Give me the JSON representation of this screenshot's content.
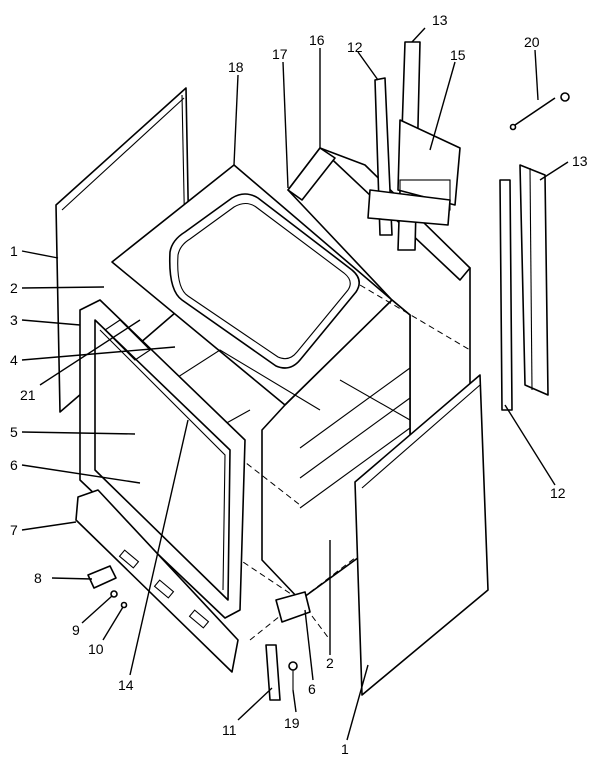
{
  "callouts": [
    {
      "id": "c1a",
      "text": "1"
    },
    {
      "id": "c1b",
      "text": "1"
    },
    {
      "id": "c2a",
      "text": "2"
    },
    {
      "id": "c2b",
      "text": "2"
    },
    {
      "id": "c3",
      "text": "3"
    },
    {
      "id": "c4",
      "text": "4"
    },
    {
      "id": "c5",
      "text": "5"
    },
    {
      "id": "c6a",
      "text": "6"
    },
    {
      "id": "c6b",
      "text": "6"
    },
    {
      "id": "c7",
      "text": "7"
    },
    {
      "id": "c8",
      "text": "8"
    },
    {
      "id": "c9",
      "text": "9"
    },
    {
      "id": "c10",
      "text": "10"
    },
    {
      "id": "c11",
      "text": "11"
    },
    {
      "id": "c12a",
      "text": "12"
    },
    {
      "id": "c12b",
      "text": "12"
    },
    {
      "id": "c13a",
      "text": "13"
    },
    {
      "id": "c13b",
      "text": "13"
    },
    {
      "id": "c14",
      "text": "14"
    },
    {
      "id": "c15",
      "text": "15"
    },
    {
      "id": "c16",
      "text": "16"
    },
    {
      "id": "c17",
      "text": "17"
    },
    {
      "id": "c18",
      "text": "18"
    },
    {
      "id": "c19",
      "text": "19"
    },
    {
      "id": "c20",
      "text": "20"
    },
    {
      "id": "c21",
      "text": "21"
    }
  ]
}
